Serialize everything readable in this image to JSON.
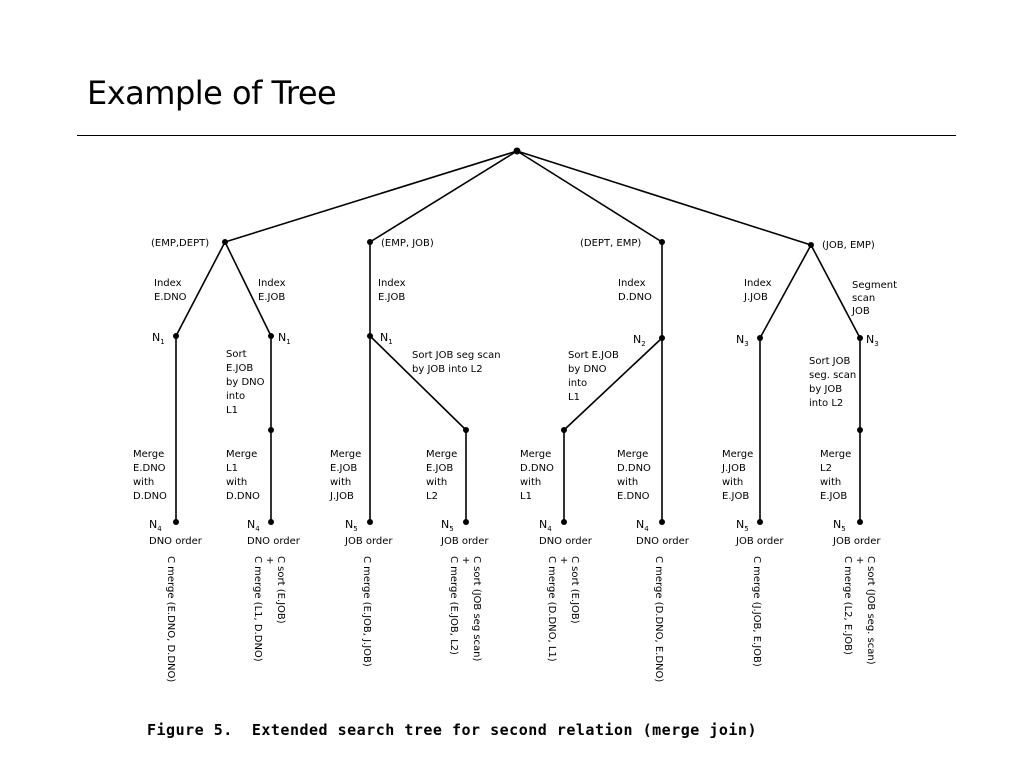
{
  "slide": {
    "title": "Example of Tree"
  },
  "diagram": {
    "pairs": [
      "(EMP,DEPT)",
      "(EMP, JOB)",
      "(DEPT, EMP)",
      "(JOB, EMP)"
    ],
    "access": [
      [
        "Index",
        "E.DNO"
      ],
      [
        "Index",
        "E.JOB"
      ],
      [
        "Index",
        "E.JOB"
      ],
      [
        "Index",
        "D.DNO"
      ],
      [
        "Index",
        "J.JOB"
      ],
      [
        "Segment",
        "scan",
        "JOB"
      ]
    ],
    "mid_nodes": [
      {
        "base": "N",
        "sub": "1"
      },
      {
        "base": "N",
        "sub": "1"
      },
      {
        "base": "N",
        "sub": "1"
      },
      {
        "base": "N",
        "sub": "2"
      },
      {
        "base": "N",
        "sub": "3"
      },
      {
        "base": "N",
        "sub": "3"
      }
    ],
    "sorts": [
      [
        "Sort",
        "E.JOB",
        "by DNO",
        "into",
        "L1"
      ],
      [
        "Sort JOB seg scan",
        "by JOB into L2"
      ],
      [
        "Sort E.JOB",
        "by DNO",
        "into",
        "L1"
      ],
      [
        "Sort JOB",
        "seg. scan",
        "by JOB",
        "into L2"
      ]
    ],
    "merges": [
      [
        "Merge",
        "E.DNO",
        "with",
        "D.DNO"
      ],
      [
        "Merge",
        "L1",
        "with",
        "D.DNO"
      ],
      [
        "Merge",
        "E.JOB",
        "with",
        "J.JOB"
      ],
      [
        "Merge",
        "E.JOB",
        "with",
        "L2"
      ],
      [
        "Merge",
        "D.DNO",
        "with",
        "L1"
      ],
      [
        "Merge",
        "D.DNO",
        "with",
        "E.DNO"
      ],
      [
        "Merge",
        "J.JOB",
        "with",
        "E.JOB"
      ],
      [
        "Merge",
        "L2",
        "with",
        "E.JOB"
      ]
    ],
    "leaf_nodes": [
      {
        "base": "N",
        "sub": "4",
        "order": "DNO order"
      },
      {
        "base": "N",
        "sub": "4",
        "order": "DNO order"
      },
      {
        "base": "N",
        "sub": "5",
        "order": "JOB order"
      },
      {
        "base": "N",
        "sub": "5",
        "order": "JOB order"
      },
      {
        "base": "N",
        "sub": "4",
        "order": "DNO order"
      },
      {
        "base": "N",
        "sub": "4",
        "order": "DNO order"
      },
      {
        "base": "N",
        "sub": "5",
        "order": "JOB order"
      },
      {
        "base": "N",
        "sub": "5",
        "order": "JOB order"
      }
    ],
    "costs": [
      [
        "C merge (E.DNO, D.DNO)"
      ],
      [
        "C sort (E.JOB)",
        "+",
        "C merge (L1, D.DNO)"
      ],
      [
        "C merge (E.JOB, J.JOB)"
      ],
      [
        "C sort (JOB seg scan)",
        "+",
        "C merge (E.JOB, L2)"
      ],
      [
        "C sort (E.JOB)",
        "+",
        "C merge (D.DNO, L1)"
      ],
      [
        "C merge (D.DNO, E.DNO)"
      ],
      [
        "C merge (J.JOB, E.JOB)"
      ],
      [
        "C sort (JOB seg. scan)",
        "+",
        "C merge (L2, E.JOB)"
      ]
    ],
    "caption": "Figure 5.  Extended search tree for second relation (merge join)"
  }
}
